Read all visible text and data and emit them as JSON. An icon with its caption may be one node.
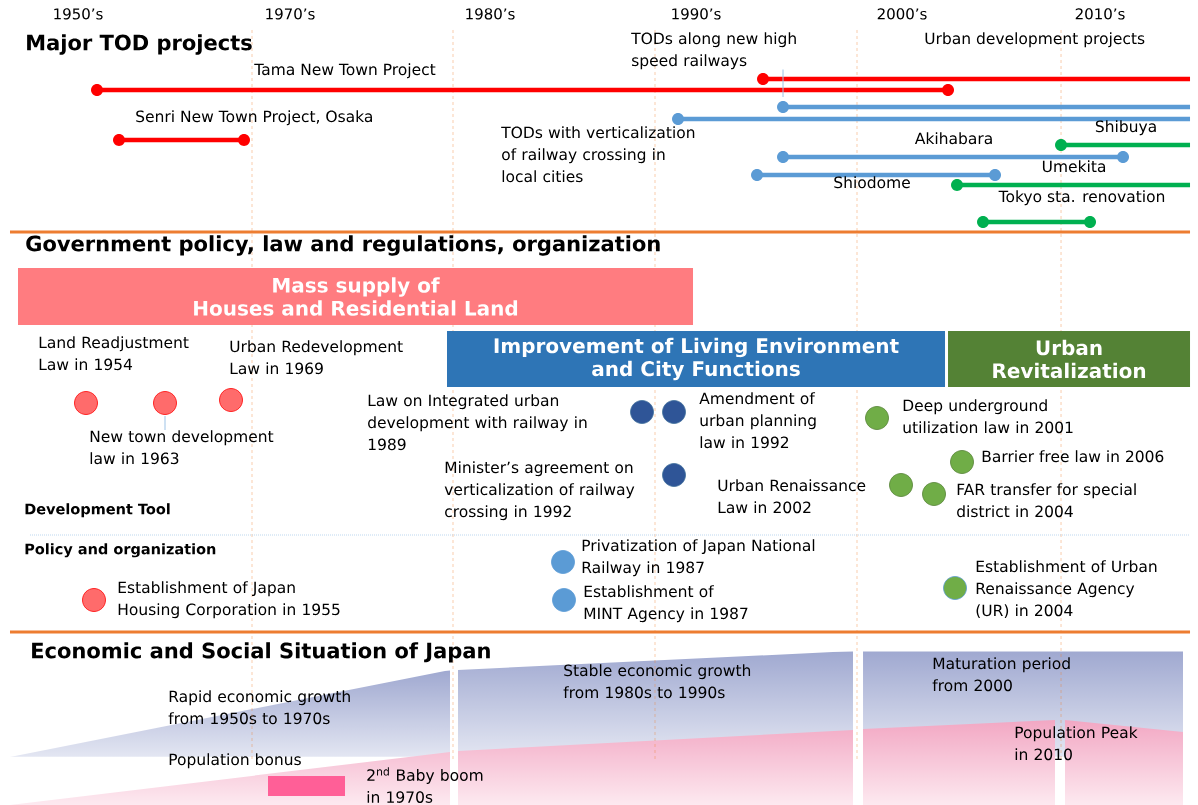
{
  "diagram": {
    "nodes": [
      {
        "text": [
          "Mass supply of Houses and Residential Land"
        ]
      },
      {
        "text": [
          "Improvement of Living Environment and City Functions"
        ]
      },
      {
        "text": [
          "Urban Revitalization"
        ]
      },
      {
        "text": [
          "New town development law in 1963"
        ]
      },
      {
        "text": [
          "TODs along new high speed railways"
        ]
      },
      {
        "text": [
          "Rapid economic growth from 1950s to 1970s"
        ]
      },
      {
        "text": [
          "Stable economic growth from 1980s to 1990s"
        ]
      },
      {
        "text": [
          "Maturation period from 2000"
        ]
      },
      {
        "text": [],
        "shape": "bar",
        "beside": [
          "2$^{nd}$ Baby boom in 1970s"
        ]
      }
    ],
    "edges": [
      {
        "from": 3,
        "to": null,
        "arrow": "none"
      },
      {
        "from": 4,
        "to": null,
        "arrow": "none"
      }
    ],
    "labels": [
      "1950’s",
      "1970’s",
      "1980’s",
      "1990’s",
      "2000’s",
      "2010’s",
      "Major TOD projects",
      "Tama New Town Project",
      "Urban development projects",
      "Senri New Town Project, Osaka",
      "TODs with verticalization of railway crossing in local cities",
      "Shibuya",
      "Akihabara",
      "Umekita",
      "Shiodome",
      "Tokyo sta. renovation",
      "Government policy, law and regulations, organization",
      "Land Readjustment Law in 1954",
      "Urban Redevelopment Law in 1969",
      "Law on Integrated urban development with railway in 1989",
      "Amendment of urban planning law in 1992",
      "Deep underground utilization law in 2001",
      "Barrier free law in 2006",
      "Minister’s agreement on verticalization of railway crossing in 1992",
      "Urban Renaissance Law in 2002",
      "FAR transfer for special district in 2004",
      "Development Tool",
      "Policy and organization",
      "Privatization of Japan National Railway in 1987",
      "Establishment of Japan Housing Corporation in 1955",
      "Establishment of MINT Agency in 1987",
      "Establishment of Urban Renaissance Agency (UR) in 2004",
      "Economic and Social Situation of Japan",
      "Population bonus",
      "Population Peak in 2010"
    ]
  }
}
